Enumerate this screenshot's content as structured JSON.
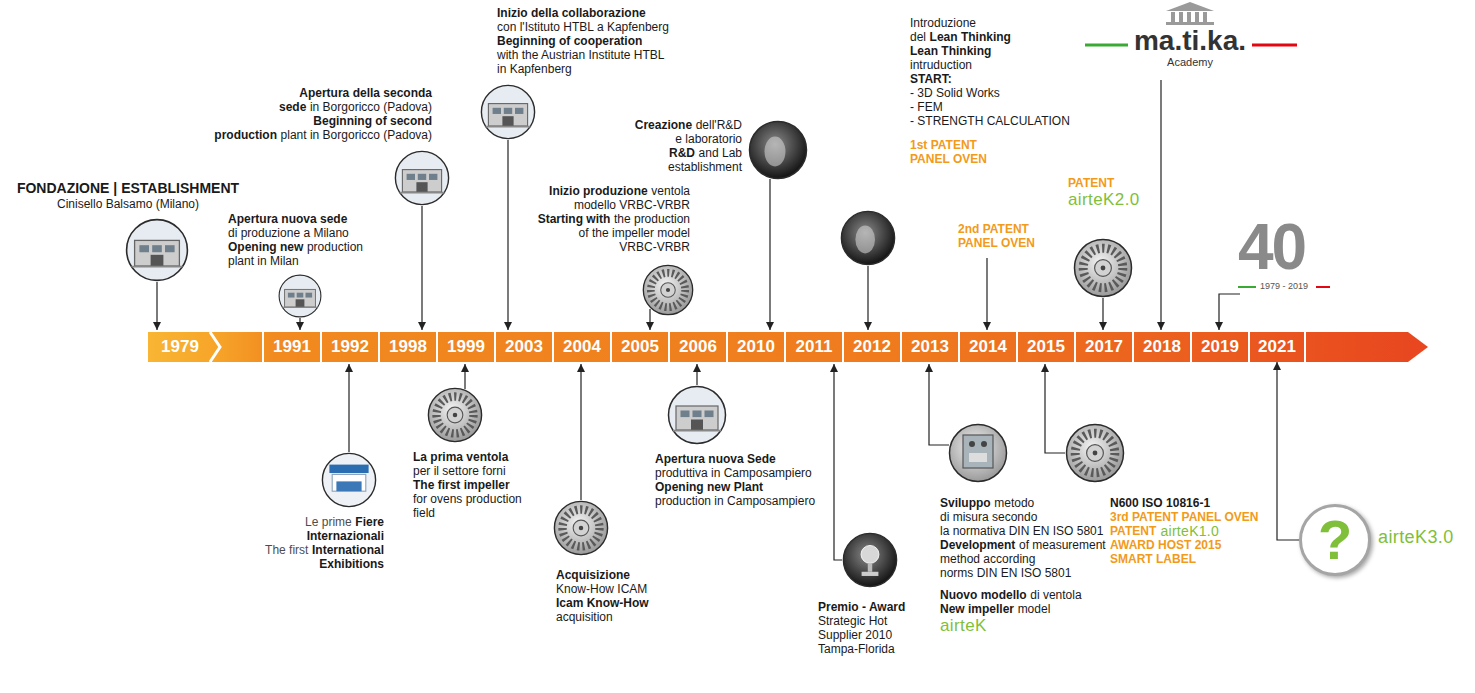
{
  "diagram": {
    "nodes": [
      {
        "text": [
          "1979"
        ]
      },
      {
        "text": [
          "1991"
        ]
      },
      {
        "text": [
          "1992"
        ]
      },
      {
        "text": [
          "1998"
        ]
      },
      {
        "text": [
          "1999"
        ]
      },
      {
        "text": [
          "2003"
        ]
      },
      {
        "text": [
          "2004"
        ]
      },
      {
        "text": [
          "2005"
        ]
      },
      {
        "text": [
          "2006"
        ]
      },
      {
        "text": [
          "2010"
        ]
      },
      {
        "text": [
          "2011"
        ]
      },
      {
        "text": [
          "2012"
        ]
      },
      {
        "text": [
          "2013"
        ]
      },
      {
        "text": [
          "2014"
        ]
      },
      {
        "text": [
          "2015"
        ]
      },
      {
        "text": [
          "2017"
        ]
      },
      {
        "text": [
          "2018"
        ]
      },
      {
        "text": [
          "2019"
        ]
      },
      {
        "text": [
          "2021"
        ]
      },
      {
        "text": [
          "?"
        ]
      }
    ],
    "edges": [
      {
        "from": 19,
        "to": 18,
        "arrow": "to"
      }
    ],
    "labels": [
      "FONDAZIONE | ESTABLISHMENT",
      "Cinisello Balsamo (Milano)",
      "Apertura nuova sede",
      "di produzione a Milano",
      "Opening new",
      "production",
      "plant in Milan",
      "Apertura della seconda",
      "sede",
      "in Borgoricco (Padova)",
      "Beginning of second",
      "production",
      "plant in Borgoricco (Padova)",
      "Inizio della collaborazione",
      "con l'Istituto HTBL a Kapfenberg",
      "Beginning of cooperation",
      "with the Austrian Institute HTBL",
      "in Kapfenberg",
      "Inizio produzione",
      "ventola",
      "modello VRBC-VRBR",
      "Starting with",
      "the production",
      "of the impeller model",
      "VRBC-VRBR",
      "Creazione",
      "dell'R&D",
      "e laboratorio",
      "R&D",
      "and Lab",
      "establishment",
      "Introduzione",
      "del",
      "Lean Thinking",
      "Lean Thinking",
      "intruduction",
      "START:",
      "- 3D Solid Works",
      "- FEM",
      "- STRENGTH CALCULATION",
      "1st PATENT",
      "PANEL OVEN",
      "2nd PATENT",
      "PANEL OVEN",
      "PATENT",
      "airteK2.0",
      "ma.ti.ka.",
      "Academy",
      "40",
      "1979 - 2019",
      "Le prime",
      "Fiere",
      "Internazionali",
      "The first",
      "International",
      "Exhibitions",
      "La prima ventola",
      "per il settore forni",
      "The first impeller",
      "for ovens production",
      "field",
      "Acquisizione",
      "Know-How ICAM",
      "Icam Know-How",
      "acquisition",
      "Apertura nuova Sede",
      "produttiva in Camposampiero",
      "Opening new Plant",
      "production in Camposampiero",
      "Premio - Award",
      "Strategic Hot",
      "Supplier 2010",
      "Tampa-Florida",
      "Sviluppo",
      "metodo",
      "di misura secondo",
      "la normativa DIN EN ISO 5801",
      "Development",
      "of measurement",
      "method according",
      "norms DIN EN ISO 5801",
      "Nuovo modello",
      "di ventola",
      "New impeller",
      "model",
      "airteK",
      "N600 ISO 10816-1",
      "3rd PATENT PANEL OVEN",
      "PATENT",
      "airteK1.0",
      "AWARD HOST 2015",
      "SMART LABEL",
      "airteK3.0"
    ]
  }
}
